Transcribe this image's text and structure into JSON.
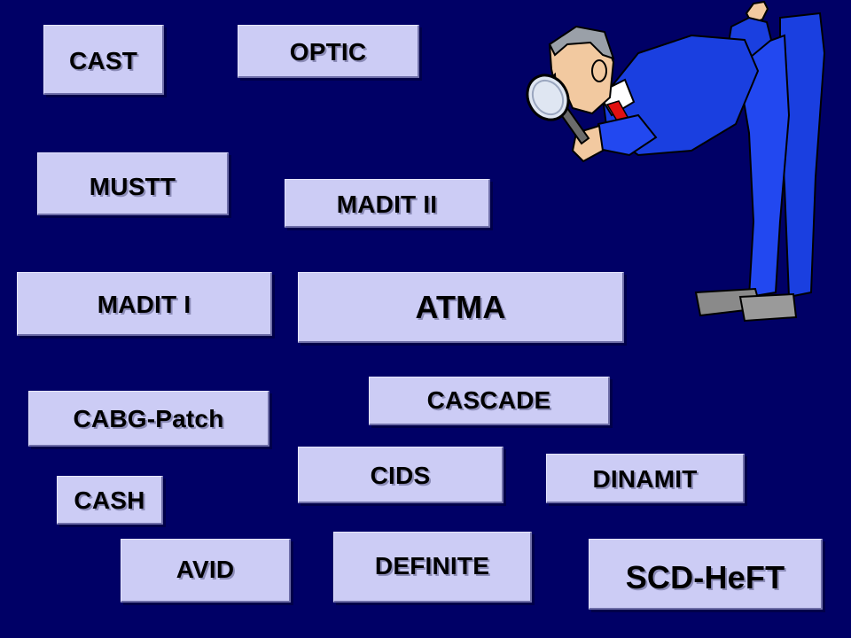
{
  "slide": {
    "background_color": "#000066",
    "box_color": "#ccccf5",
    "text_color": "#000000"
  },
  "trials": {
    "cast": "CAST",
    "optic": "OPTIC",
    "mustt": "MUSTT",
    "madit2": "MADIT II",
    "madit1": "MADIT I",
    "atma": "ATMA",
    "cascade": "CASCADE",
    "cabg_patch": "CABG-Patch",
    "cids": "CIDS",
    "dinamit": "DINAMIT",
    "cash": "CASH",
    "avid": "AVID",
    "definite": "DEFINITE",
    "scd_heft": "SCD-HeFT"
  },
  "illustration": {
    "icon": "detective-with-magnifying-glass-icon",
    "suit_color": "#1a3fe0",
    "tie_color": "#e01010"
  }
}
